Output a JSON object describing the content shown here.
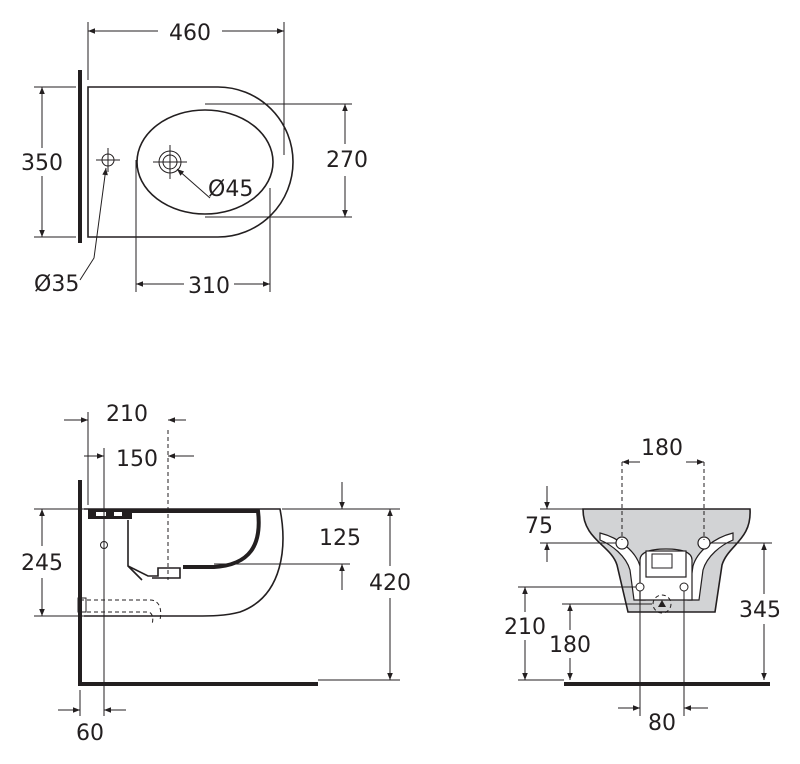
{
  "top_view": {
    "width": "460",
    "depth": "350",
    "bowl_depth": "270",
    "bowl_width": "310",
    "tap_hole_diameter": "Ø35",
    "drain_diameter": "Ø45"
  },
  "side_view": {
    "dim_210": "210",
    "dim_150": "150",
    "dim_245": "245",
    "dim_125": "125",
    "dim_420": "420",
    "dim_60": "60"
  },
  "back_view": {
    "dim_180_top": "180",
    "dim_75": "75",
    "dim_345": "345",
    "dim_210": "210",
    "dim_180": "180",
    "dim_80": "80"
  },
  "colors": {
    "ink": "#231f20",
    "glaze": "#d2d3d5"
  }
}
